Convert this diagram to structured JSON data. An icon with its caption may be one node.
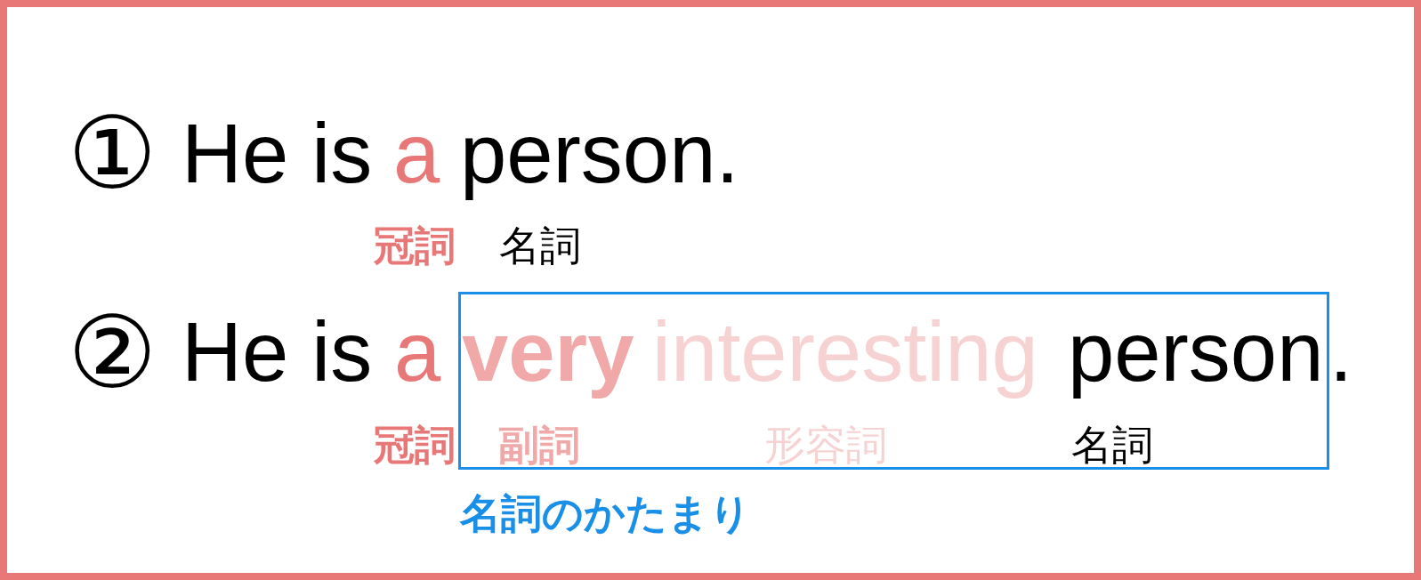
{
  "diagram": {
    "nodes": [
      {
        "text": [
          "very",
          "interesting",
          "person",
          "副詞",
          "形容詞",
          "名詞"
        ],
        "beside": [
          "名詞のかたまり"
        ]
      }
    ],
    "edges": [],
    "labels": [
      "①",
      "He is",
      "a",
      "person.",
      "冠詞",
      "名詞",
      "②",
      "He is",
      "a",
      ".",
      "冠詞"
    ]
  }
}
